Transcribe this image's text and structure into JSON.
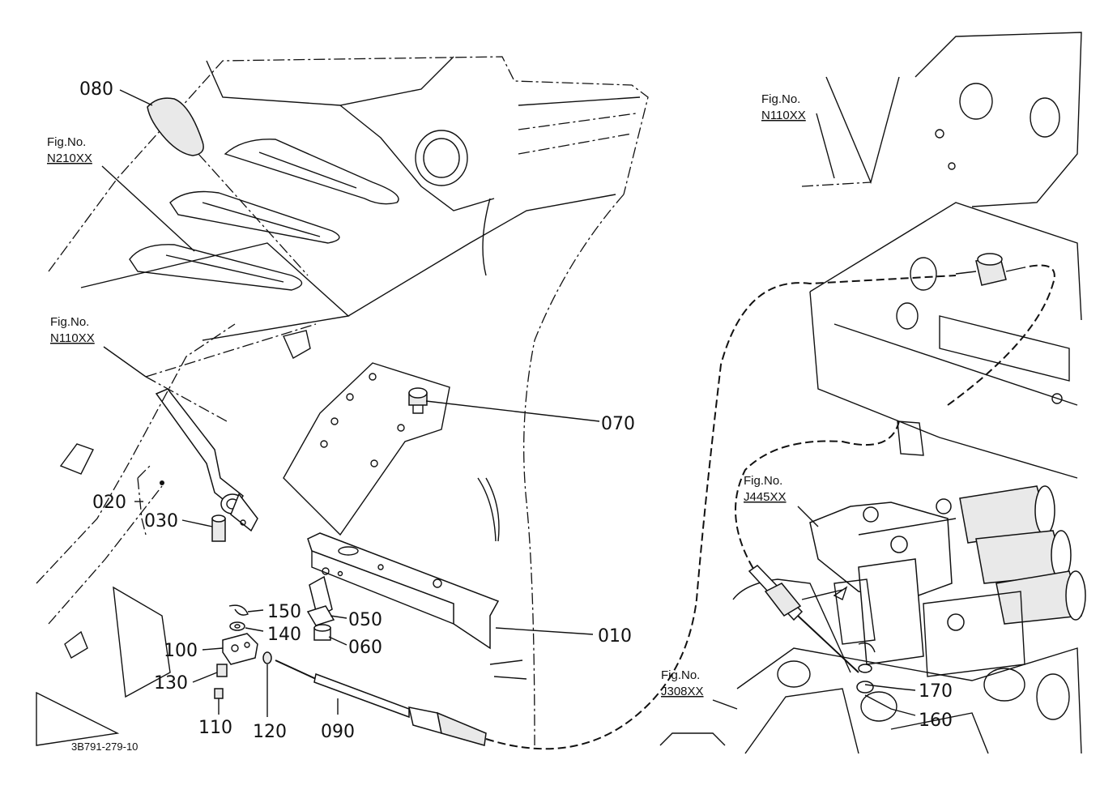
{
  "diagram": {
    "drawing_code": "3B791-279-10",
    "callouts": [
      {
        "id": "080",
        "text": "080"
      },
      {
        "id": "070",
        "text": "070"
      },
      {
        "id": "020",
        "text": "020"
      },
      {
        "id": "030",
        "text": "030"
      },
      {
        "id": "010",
        "text": "010"
      },
      {
        "id": "050",
        "text": "050"
      },
      {
        "id": "060",
        "text": "060"
      },
      {
        "id": "150",
        "text": "150"
      },
      {
        "id": "140",
        "text": "140"
      },
      {
        "id": "100",
        "text": "100"
      },
      {
        "id": "130",
        "text": "130"
      },
      {
        "id": "110",
        "text": "110"
      },
      {
        "id": "120",
        "text": "120"
      },
      {
        "id": "090",
        "text": "090"
      },
      {
        "id": "170",
        "text": "170"
      },
      {
        "id": "160",
        "text": "160"
      }
    ],
    "fig_refs": [
      {
        "title": "Fig.No.",
        "code": "N210XX"
      },
      {
        "title": "Fig.No.",
        "code": "N110XX"
      },
      {
        "title": "Fig.No.",
        "code": "N110XX"
      },
      {
        "title": "Fig.No.",
        "code": "J445XX"
      },
      {
        "title": "Fig.No.",
        "code": "J308XX"
      }
    ]
  }
}
